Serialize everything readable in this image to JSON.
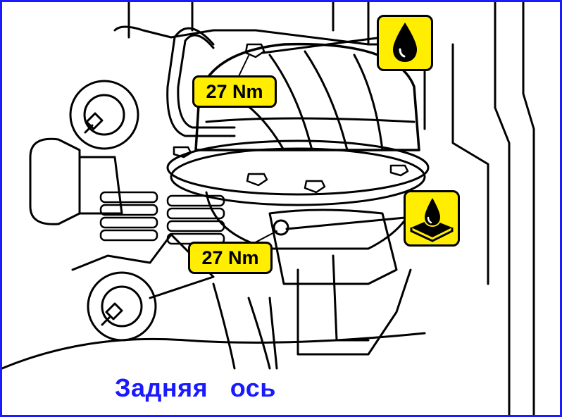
{
  "diagram": {
    "torque_labels": [
      "27 Nm",
      "27 Nm"
    ],
    "symbols": [
      "oil-drop-icon",
      "sealant-oil-drop-icon"
    ],
    "caption": "Задняя   ось",
    "colors": {
      "border": "#1a1aff",
      "caption": "#1a1aff",
      "label_fill": "#ffee00",
      "line": "#000000"
    }
  }
}
